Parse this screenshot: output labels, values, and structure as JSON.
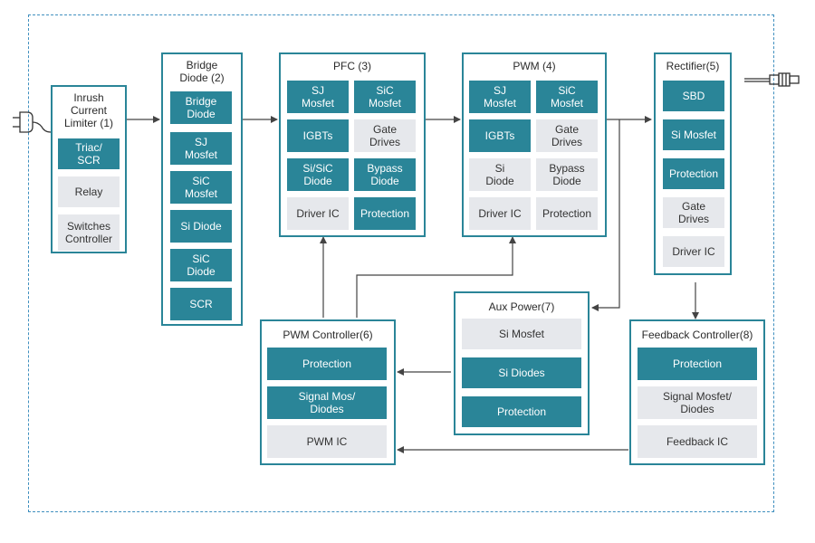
{
  "colors": {
    "accent": "#2a8598",
    "light": "#e6e8ec",
    "border": "#3f8fbf",
    "line": "#444444"
  },
  "icons": {
    "input": "power-plug-icon",
    "output": "dc-connector-icon"
  },
  "blocks": {
    "inrush": {
      "title": "Inrush\nCurrent\nLimiter (1)",
      "items": [
        {
          "label": "Triac/\nSCR",
          "style": "teal"
        },
        {
          "label": "Relay",
          "style": "grey"
        },
        {
          "label": "Switches\nController",
          "style": "grey"
        }
      ]
    },
    "bridge": {
      "title": "Bridge\nDiode (2)",
      "items": [
        {
          "label": "Bridge\nDiode",
          "style": "teal"
        },
        {
          "label": "SJ\nMosfet",
          "style": "teal"
        },
        {
          "label": "SiC\nMosfet",
          "style": "teal"
        },
        {
          "label": "Si Diode",
          "style": "teal"
        },
        {
          "label": "SiC\nDiode",
          "style": "teal"
        },
        {
          "label": "SCR",
          "style": "teal"
        }
      ]
    },
    "pfc": {
      "title": "PFC (3)",
      "items": [
        {
          "label": "SJ\nMosfet",
          "style": "teal"
        },
        {
          "label": "SiC\nMosfet",
          "style": "teal"
        },
        {
          "label": "IGBTs",
          "style": "teal"
        },
        {
          "label": "Gate\nDrives",
          "style": "grey"
        },
        {
          "label": "Si/SiC\nDiode",
          "style": "teal"
        },
        {
          "label": "Bypass\nDiode",
          "style": "teal"
        },
        {
          "label": "Driver IC",
          "style": "grey"
        },
        {
          "label": "Protection",
          "style": "teal"
        }
      ]
    },
    "pwm": {
      "title": "PWM (4)",
      "items": [
        {
          "label": "SJ\nMosfet",
          "style": "teal"
        },
        {
          "label": "SiC\nMosfet",
          "style": "teal"
        },
        {
          "label": "IGBTs",
          "style": "teal"
        },
        {
          "label": "Gate\nDrives",
          "style": "grey"
        },
        {
          "label": "Si\nDiode",
          "style": "grey"
        },
        {
          "label": "Bypass\nDiode",
          "style": "grey"
        },
        {
          "label": "Driver IC",
          "style": "grey"
        },
        {
          "label": "Protection",
          "style": "grey"
        }
      ]
    },
    "rectifier": {
      "title": "Rectifier(5)",
      "items": [
        {
          "label": "SBD",
          "style": "teal"
        },
        {
          "label": "Si Mosfet",
          "style": "teal"
        },
        {
          "label": "Protection",
          "style": "teal"
        },
        {
          "label": "Gate\nDrives",
          "style": "grey"
        },
        {
          "label": "Driver IC",
          "style": "grey"
        }
      ]
    },
    "pwmctrl": {
      "title": "PWM Controller(6)",
      "items": [
        {
          "label": "Protection",
          "style": "teal"
        },
        {
          "label": "Signal Mos/\nDiodes",
          "style": "teal"
        },
        {
          "label": "PWM IC",
          "style": "grey"
        }
      ]
    },
    "aux": {
      "title": "Aux Power(7)",
      "items": [
        {
          "label": "Si Mosfet",
          "style": "grey"
        },
        {
          "label": "Si Diodes",
          "style": "teal"
        },
        {
          "label": "Protection",
          "style": "teal"
        }
      ]
    },
    "feedback": {
      "title": "Feedback Controller(8)",
      "items": [
        {
          "label": "Protection",
          "style": "teal"
        },
        {
          "label": "Signal Mosfet/\nDiodes",
          "style": "grey"
        },
        {
          "label": "Feedback IC",
          "style": "grey"
        }
      ]
    }
  }
}
